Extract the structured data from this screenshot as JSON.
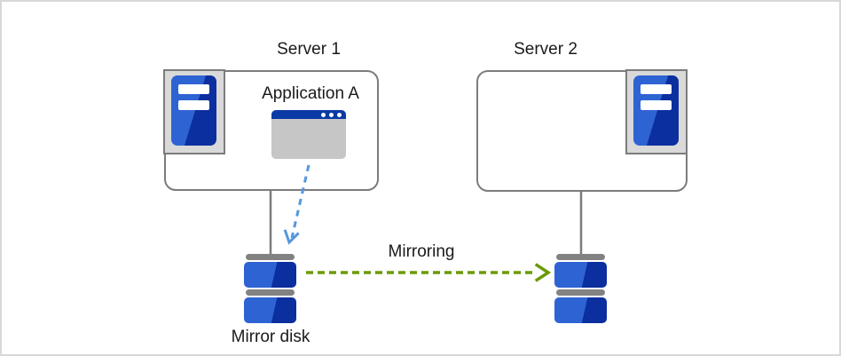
{
  "colors": {
    "outline_gray": "#7C7C7C",
    "canvas_border": "#D8D8D8",
    "panel_gray": "#D9D9D9",
    "window_gray": "#C6C6C6",
    "cap_gray": "#828282",
    "blue_light": "#2E63D4",
    "blue_dark": "#0B2F9E",
    "titlebar_blue": "#0A3AA5",
    "arrow_blue": "#5597DB",
    "arrow_green": "#6B9A02",
    "text_color": "#1A1A1A"
  },
  "diagram": {
    "server1": {
      "label": "Server 1",
      "application_label": "Application A"
    },
    "server2": {
      "label": "Server 2"
    },
    "mirroring_label": "Mirroring",
    "mirror_disk_label": "Mirror disk"
  },
  "icons": {
    "server_tower": "server-tower-icon",
    "application_window": "application-window-icon",
    "mirror_disk": "stacked-disks-icon",
    "write_arrow": "dashed-arrow-down-blue-icon",
    "mirroring_arrow": "dashed-arrow-right-green-icon"
  }
}
